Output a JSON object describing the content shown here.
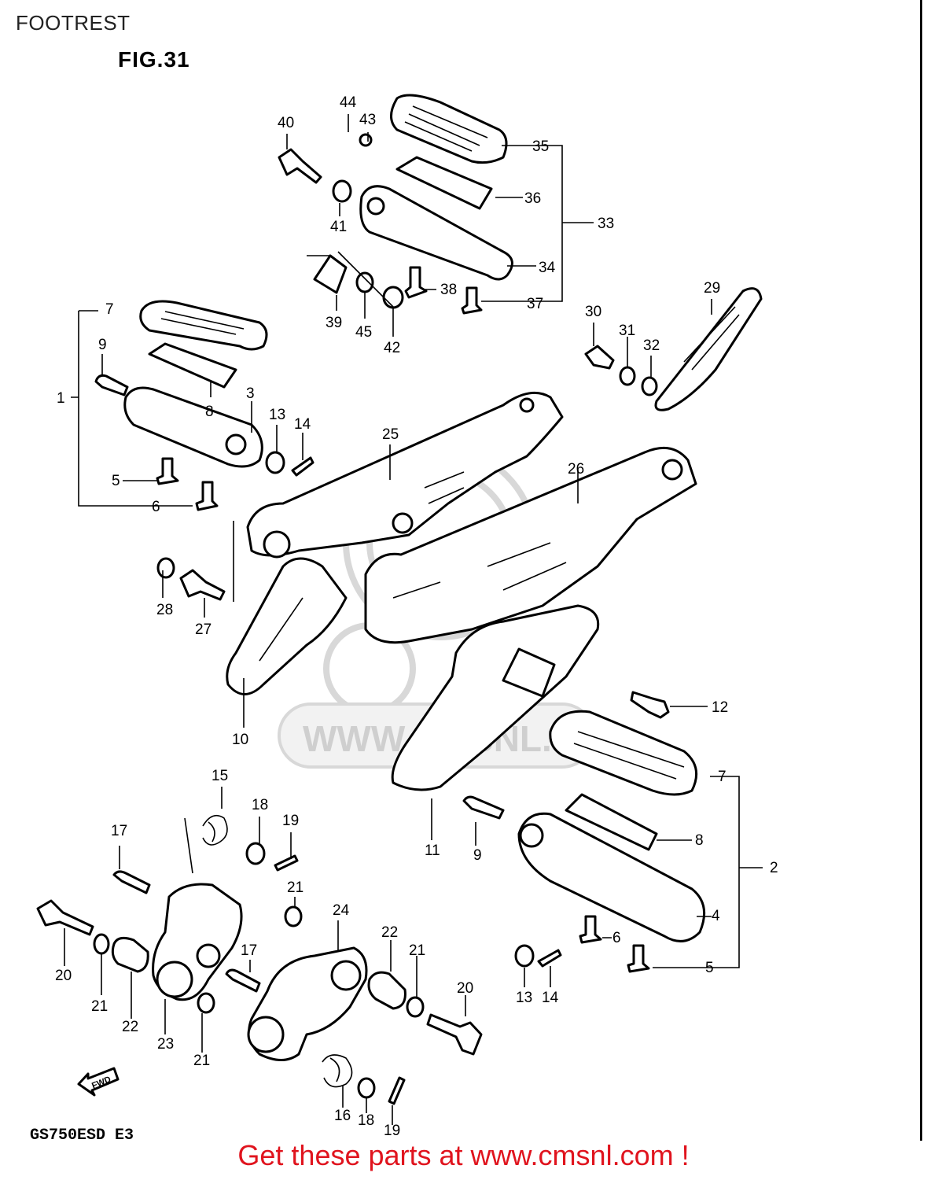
{
  "header": {
    "title": "FOOTREST"
  },
  "figure": {
    "label": "FIG.31",
    "model": "GS750ESD  E3",
    "fwd_label": "FWD"
  },
  "watermark": {
    "text": "WWW.CMSNL.C"
  },
  "footer": {
    "cta": "Get these parts at www.cmsnl.com !"
  },
  "callouts": [
    "44",
    "43",
    "40",
    "35",
    "36",
    "33",
    "41",
    "34",
    "38",
    "37",
    "39",
    "45",
    "42",
    "29",
    "30",
    "31",
    "32",
    "7",
    "9",
    "1",
    "8",
    "3",
    "13",
    "14",
    "25",
    "26",
    "5",
    "6",
    "28",
    "27",
    "10",
    "12",
    "11",
    "7",
    "8",
    "9",
    "2",
    "15",
    "18",
    "19",
    "17",
    "21",
    "24",
    "22",
    "21",
    "20",
    "4",
    "6",
    "13",
    "14",
    "5",
    "20",
    "21",
    "22",
    "23",
    "21",
    "17",
    "20",
    "16",
    "18",
    "19"
  ],
  "colors": {
    "cta": "#e0141e",
    "line": "#000000",
    "watermark": "#d8d8d8"
  }
}
